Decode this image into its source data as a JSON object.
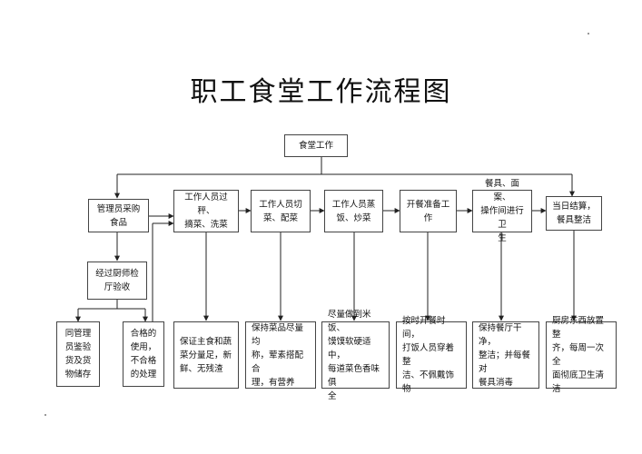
{
  "title": "职工食堂工作流程图",
  "root": "食堂工作",
  "steps": [
    "管理员采购\n食品",
    "工作人员过秤、\n摘菜、洗菜",
    "工作人员切\n菜、配菜",
    "工作人员蒸\n饭、炒菜",
    "开餐准备工\n作",
    "餐具、面案、\n操作间进行卫\n生",
    "当日结算，\n餐具整洁"
  ],
  "inspection": "经过厨师检\n厅验收",
  "branches": {
    "storage": "同管理\n员鉴验\n货及货\n物储存",
    "handling": "合格的\n使用，\n不合格\n的处理"
  },
  "details": [
    "保证主食和蔬\n菜分量足，新\n鲜、无残渣",
    "保持菜品尽量均\n称，荤素搭配合\n理，有营养",
    "尽量做到米饭、\n馍馍软硬适中，\n每道菜色香味俱\n全",
    "按时开餐时间，\n打饭人员穿着整\n洁、不佩戴饰物",
    "保持餐厅干净，\n整洁；并每餐对\n餐具消毒",
    "厨房东西放置整\n齐，每周一次全\n面彻底卫生清洁"
  ]
}
